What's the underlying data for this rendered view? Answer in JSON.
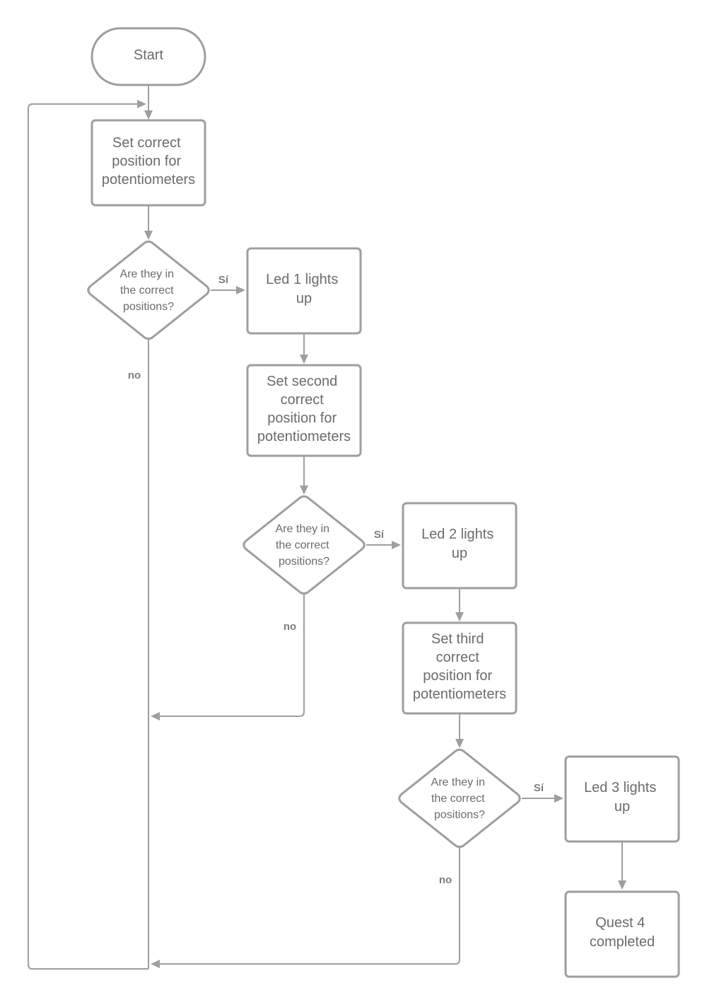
{
  "nodes": {
    "start": "Start",
    "set1": [
      "Set correct",
      "position for",
      "potentiometers"
    ],
    "q1": [
      "Are they in",
      "the correct",
      "positions?"
    ],
    "led1": [
      "Led 1 lights",
      "up"
    ],
    "set2": [
      "Set second",
      "correct",
      "position for",
      "potentiometers"
    ],
    "q2": [
      "Are they in",
      "the correct",
      "positions?"
    ],
    "led2": [
      "Led 2 lights",
      "up"
    ],
    "set3": [
      "Set third",
      "correct",
      "position for",
      "potentiometers"
    ],
    "q3": [
      "Are they in",
      "the correct",
      "positions?"
    ],
    "led3": [
      "Led 3 lights",
      "up"
    ],
    "done": [
      "Quest 4",
      "completed"
    ]
  },
  "edge_labels": {
    "yes1": "Sí",
    "no1": "no",
    "yes2": "Sí",
    "no2": "no",
    "yes3": "Sí",
    "no3": "no"
  }
}
